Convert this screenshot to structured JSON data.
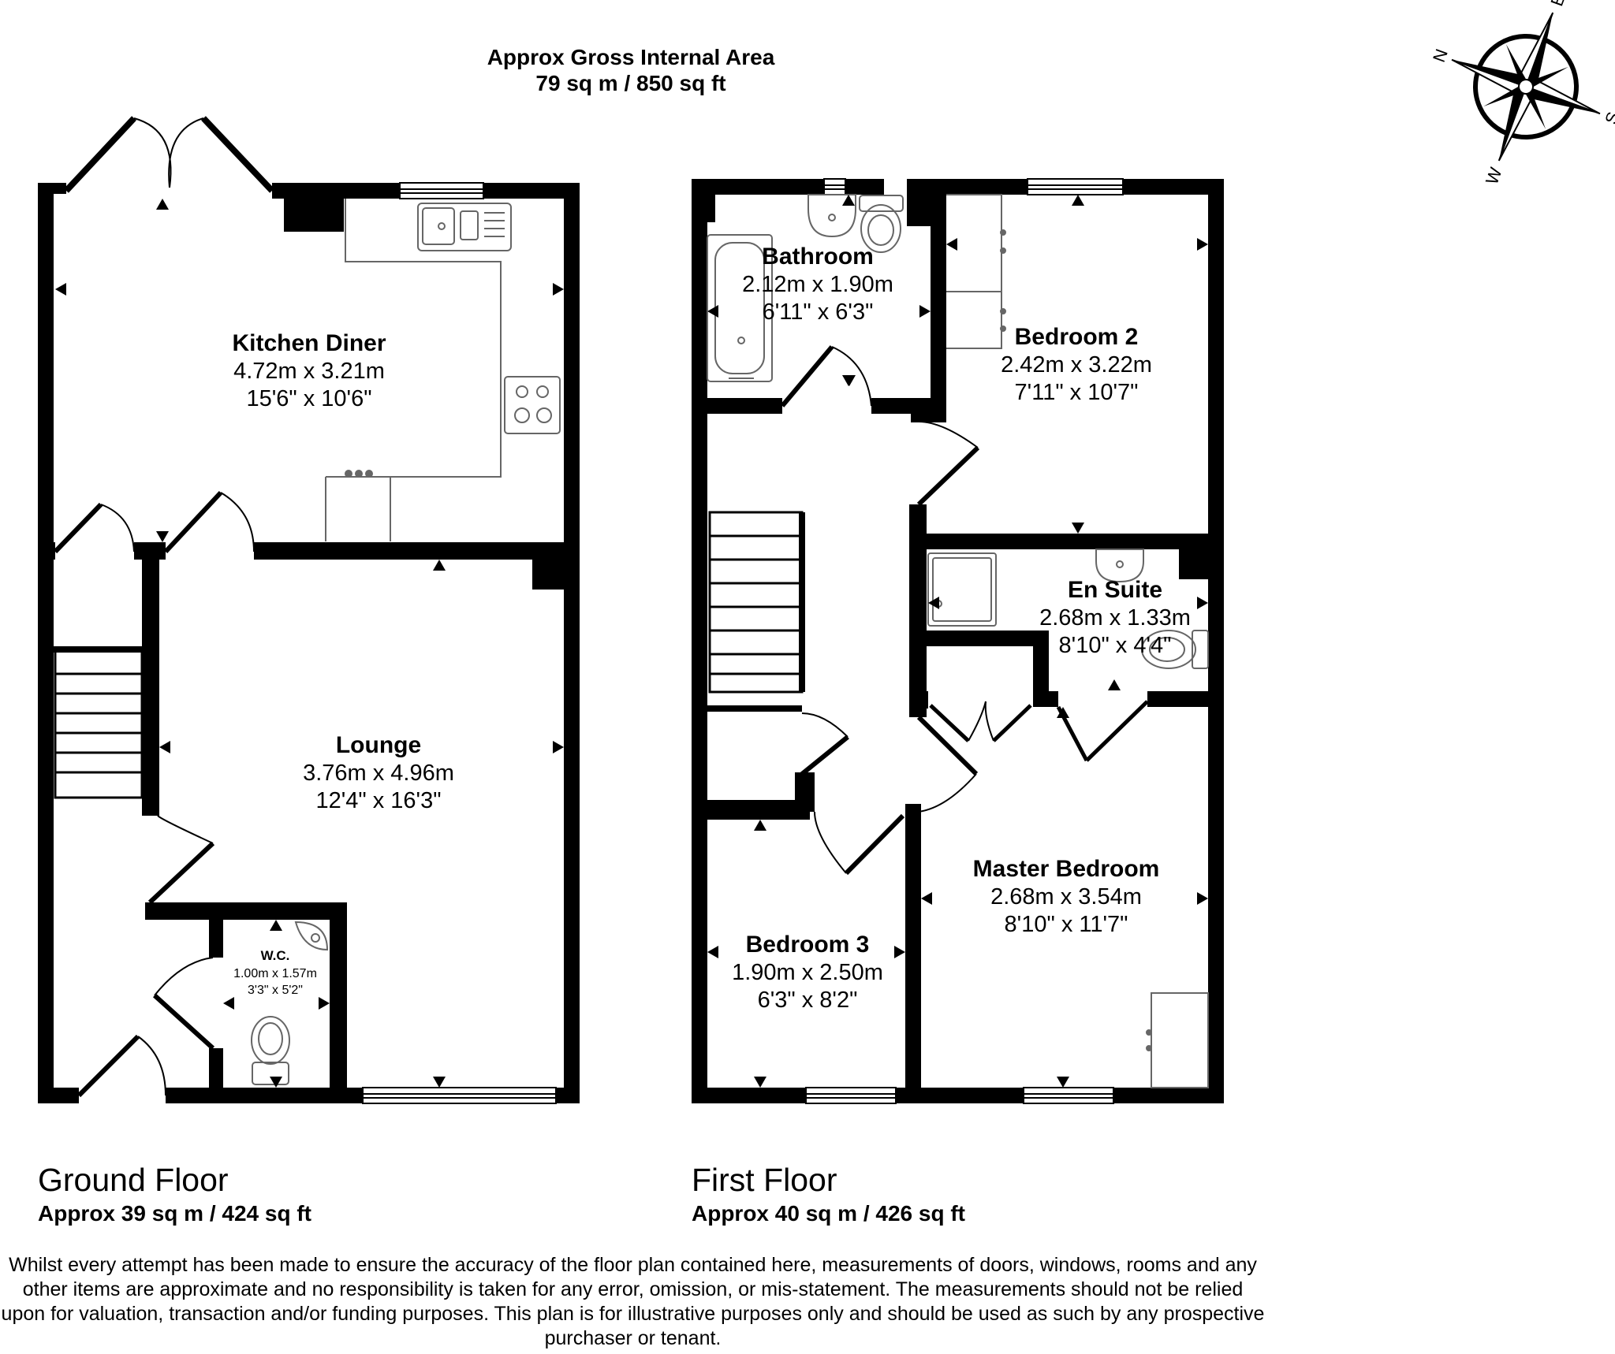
{
  "header": {
    "title": "Approx Gross Internal Area",
    "total_area": "79 sq m / 850 sq ft"
  },
  "compass": {
    "n": "N",
    "e": "E",
    "s": "S",
    "w": "W"
  },
  "floors": [
    {
      "name": "Ground Floor",
      "area": "Approx 39 sq m / 424 sq ft"
    },
    {
      "name": "First Floor",
      "area": "Approx 40 sq m / 426 sq ft"
    }
  ],
  "rooms": {
    "kitchen": {
      "name": "Kitchen Diner",
      "metric": "4.72m x 3.21m",
      "imperial": "15'6\" x 10'6\""
    },
    "lounge": {
      "name": "Lounge",
      "metric": "3.76m x 4.96m",
      "imperial": "12'4\" x 16'3\""
    },
    "wc": {
      "name": "W.C.",
      "metric": "1.00m x 1.57m",
      "imperial": "3'3\" x 5'2\""
    },
    "bathroom": {
      "name": "Bathroom",
      "metric": "2.12m x 1.90m",
      "imperial": "6'11\" x 6'3\""
    },
    "bedroom2": {
      "name": "Bedroom 2",
      "metric": "2.42m x 3.22m",
      "imperial": "7'11\" x 10'7\""
    },
    "ensuite": {
      "name": "En Suite",
      "metric": "2.68m x 1.33m",
      "imperial": "8'10\" x 4'4\""
    },
    "master": {
      "name": "Master Bedroom",
      "metric": "2.68m x 3.54m",
      "imperial": "8'10\" x 11'7\""
    },
    "bedroom3": {
      "name": "Bedroom 3",
      "metric": "1.90m x 2.50m",
      "imperial": "6'3\" x 8'2\""
    }
  },
  "disclaimer": "Whilst every attempt has been made to ensure the accuracy of the floor plan contained here, measurements of doors, windows, rooms and any other items are approximate and no responsibility is taken for any error, omission, or mis-statement. The measurements should not be relied upon for valuation, transaction and/or funding purposes. This plan is for illustrative purposes only and should be used as such by any prospective purchaser or tenant."
}
